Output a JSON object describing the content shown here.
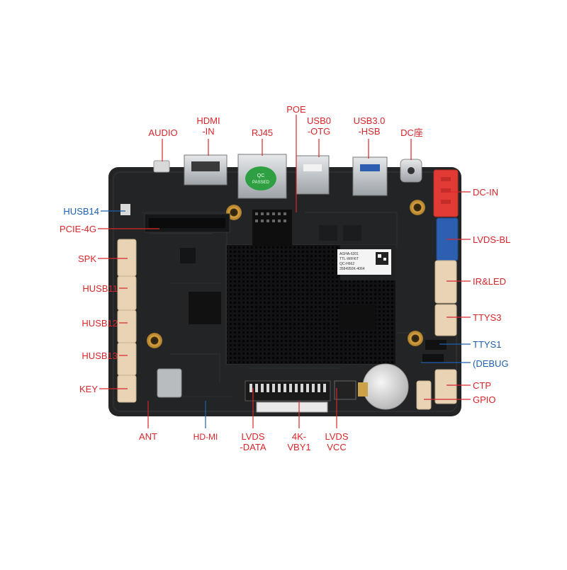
{
  "colors": {
    "red_label": "#d8262a",
    "blue_label": "#1e5fae",
    "pcb": "#222426",
    "heatsink": "#0d0d0e",
    "connector_beige": "#e8d3b4",
    "connector_red": "#e23b35",
    "connector_blue": "#2c5fb0",
    "metal": "#bfc3c7",
    "gold": "#d9a441"
  },
  "labels": {
    "audio": "AUDIO",
    "hdmi_in_1": "HDMI",
    "hdmi_in_2": "-IN",
    "rj45": "RJ45",
    "poe": "POE",
    "usb0_otg_1": "USB0",
    "usb0_otg_2": "-OTG",
    "usb3_1": "USB3.0",
    "usb3_2": "-HSB",
    "dc_socket": "DC座",
    "husb14": "HUSB14",
    "pcie_4g": "PCIE-4G",
    "spk": "SPK",
    "husb11": "HUSB11",
    "husb12": "HUSB12",
    "husb13": "HUSB13",
    "key": "KEY",
    "ant": "ANT",
    "hd_mi": "HD-MI",
    "lvds_data_1": "LVDS",
    "lvds_data_2": "-DATA",
    "vby1_1": "4K-",
    "vby1_2": "VBY1",
    "lvds_vcc_1": "LVDS",
    "lvds_vcc_2": "VCC",
    "dc_in": "DC-IN",
    "lvds_bl": "LVDS-BL",
    "ir_led": "IR&LED",
    "ttys3": "TTYS3",
    "ttys1": "TTYS1",
    "debug": "(DEBUG",
    "ctp": "CTP",
    "gpio": "GPIO"
  },
  "board_marks": {
    "rj45_sticker_1": "QC",
    "rj45_sticker_2": "PASSED",
    "chip_label_1": "AGHA-6201",
    "chip_label_2": "TTL-WIFI6T",
    "chip_label_3": "QC-H662",
    "chip_label_4": "3584950K-4064"
  }
}
